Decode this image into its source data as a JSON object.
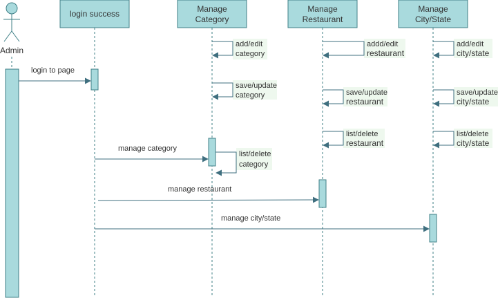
{
  "diagram": {
    "actor": {
      "label": "Admin"
    },
    "lifelines": [
      {
        "id": "login",
        "lines": [
          "login success"
        ]
      },
      {
        "id": "category",
        "lines": [
          "Manage",
          "Category"
        ]
      },
      {
        "id": "restaurant",
        "lines": [
          "Manage",
          "Restaurant"
        ]
      },
      {
        "id": "city",
        "lines": [
          "Manage",
          "City/State"
        ]
      }
    ],
    "messages": {
      "login_to_page": "login to page",
      "manage_category": "manage category",
      "manage_restaurant": "manage restaurant",
      "manage_city_state": "manage city/state"
    },
    "self_calls": {
      "category_add_edit": [
        "add/edit",
        "category"
      ],
      "category_save_update": [
        "save/update",
        "category"
      ],
      "category_list_delete": [
        "list/delete",
        "category"
      ],
      "restaurant_add_edit": [
        "addd/edit",
        "restaurant"
      ],
      "restaurant_save_update": [
        "save/update",
        "restaurant"
      ],
      "restaurant_list_delete": [
        "list/delete",
        "restaurant"
      ],
      "city_add_edit": [
        "add/edit",
        "city/state"
      ],
      "city_save_update": [
        "save/update",
        "city/state"
      ],
      "city_list_delete": [
        "list/delete",
        "city/state"
      ]
    },
    "colors": {
      "box_fill": "#a9dadd",
      "box_stroke": "#3f7f86",
      "line": "#3f7f86",
      "arrow": "#3f6f7f",
      "label_bg": "#eef8ee"
    }
  }
}
